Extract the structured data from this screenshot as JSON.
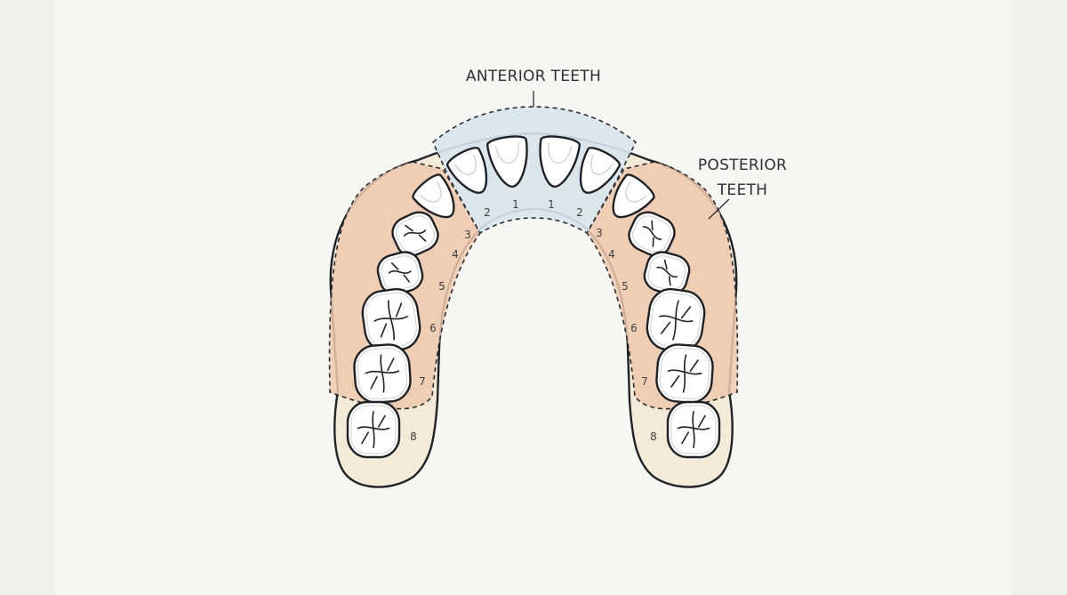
{
  "labels": {
    "anterior": "ANTERIOR TEETH",
    "posterior_line1": "POSTERIOR",
    "posterior_line2": "TEETH"
  },
  "tooth_numbers": {
    "left": [
      "2",
      "1",
      "3",
      "4",
      "5",
      "6",
      "7",
      "8"
    ],
    "right": [
      "1",
      "2",
      "3",
      "4",
      "5",
      "6",
      "7",
      "8"
    ]
  },
  "colors": {
    "background": "#f6f6f2",
    "anterior_zone": "#d7e5ee",
    "posterior_zone": "#efc9ad",
    "gum": "#f3ead8",
    "tooth": "#ffffff",
    "outline": "#1f2328"
  }
}
